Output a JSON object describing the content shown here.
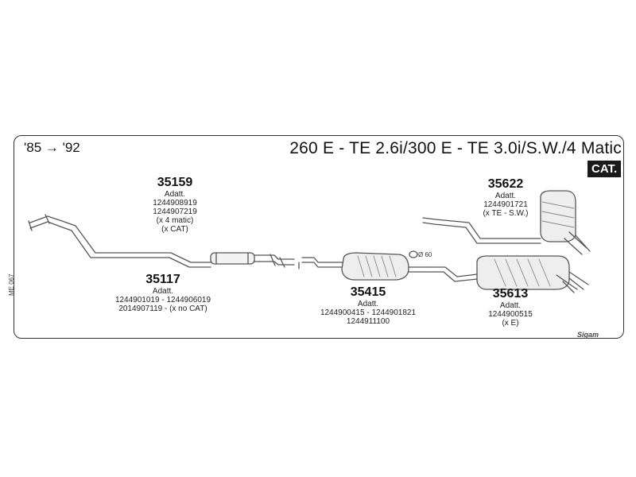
{
  "header": {
    "years": "'85 → '92",
    "title": "260 E - TE 2.6i/300 E - TE 3.0i/S.W./4 Matic",
    "badge": "CAT."
  },
  "parts": [
    {
      "number": "35159",
      "lines": [
        "Adatt.",
        "1244908919",
        "1244907219",
        "(x 4 matic)",
        "(x CAT)"
      ]
    },
    {
      "number": "35117",
      "lines": [
        "Adatt.",
        "1244901019 - 1244906019",
        "2014907119 - (x no CAT)"
      ]
    },
    {
      "number": "35415",
      "lines": [
        "Adatt.",
        "1244900415 - 1244901821",
        "1244911100"
      ]
    },
    {
      "number": "35622",
      "lines": [
        "Adatt.",
        "1244901721",
        "(x TE - S.W.)"
      ]
    },
    {
      "number": "35613",
      "lines": [
        "Adatt.",
        "1244900515",
        "(x E)"
      ]
    }
  ],
  "diameter_note": "Ø 60",
  "side_code": "ME 067",
  "logo": "Sigam"
}
